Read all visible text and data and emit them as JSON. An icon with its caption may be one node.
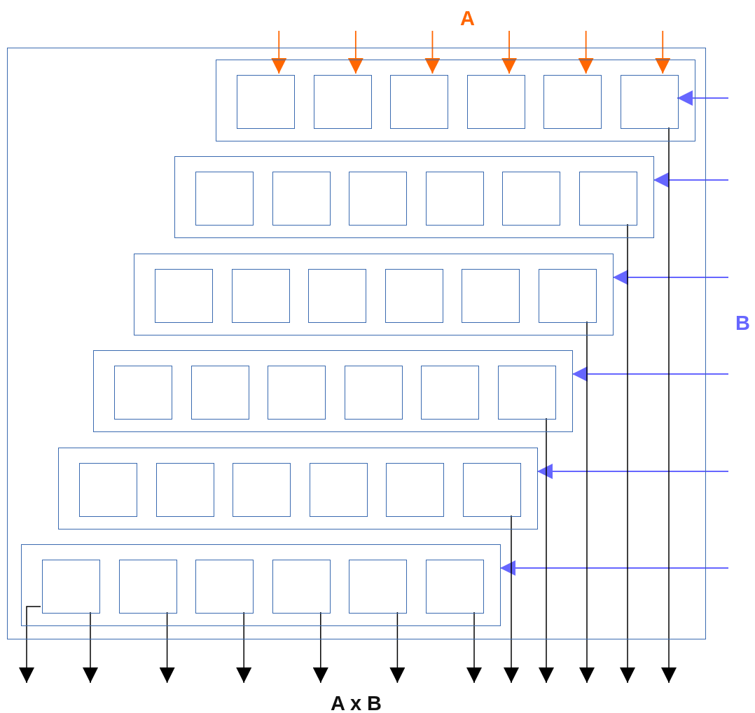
{
  "diagram": {
    "nodes": [
      {
        "text": [],
        "shape": "box"
      },
      {
        "text": [],
        "shape": "box",
        "in": 0
      },
      {
        "text": [],
        "shape": "box",
        "in": 1
      },
      {
        "text": [],
        "shape": "box",
        "in": 1
      },
      {
        "text": [],
        "shape": "box",
        "in": 1
      },
      {
        "text": [],
        "shape": "box",
        "in": 1
      },
      {
        "text": [],
        "shape": "box",
        "in": 1
      },
      {
        "text": [],
        "shape": "box",
        "in": 1
      },
      {
        "text": [],
        "shape": "box",
        "in": 0
      },
      {
        "text": [],
        "shape": "box",
        "in": 8
      },
      {
        "text": [],
        "shape": "box",
        "in": 8
      },
      {
        "text": [],
        "shape": "box",
        "in": 8
      },
      {
        "text": [],
        "shape": "box",
        "in": 8
      },
      {
        "text": [],
        "shape": "box",
        "in": 8
      },
      {
        "text": [],
        "shape": "box",
        "in": 8
      },
      {
        "text": [],
        "shape": "box",
        "in": 0
      },
      {
        "text": [],
        "shape": "box",
        "in": 15
      },
      {
        "text": [],
        "shape": "box",
        "in": 15
      },
      {
        "text": [],
        "shape": "box",
        "in": 15
      },
      {
        "text": [],
        "shape": "box",
        "in": 15
      },
      {
        "text": [],
        "shape": "box",
        "in": 15
      },
      {
        "text": [],
        "shape": "box",
        "in": 15
      },
      {
        "text": [],
        "shape": "box",
        "in": 0
      },
      {
        "text": [],
        "shape": "box",
        "in": 22
      },
      {
        "text": [],
        "shape": "box",
        "in": 22
      },
      {
        "text": [],
        "shape": "box",
        "in": 22
      },
      {
        "text": [],
        "shape": "box",
        "in": 22
      },
      {
        "text": [],
        "shape": "box",
        "in": 22
      },
      {
        "text": [],
        "shape": "box",
        "in": 22
      },
      {
        "text": [],
        "shape": "box",
        "in": 0
      },
      {
        "text": [],
        "shape": "box",
        "in": 29
      },
      {
        "text": [],
        "shape": "box",
        "in": 29
      },
      {
        "text": [],
        "shape": "box",
        "in": 29
      },
      {
        "text": [],
        "shape": "box",
        "in": 29
      },
      {
        "text": [],
        "shape": "box",
        "in": 29
      },
      {
        "text": [],
        "shape": "box",
        "in": 29
      },
      {
        "text": [],
        "shape": "box",
        "in": 0
      },
      {
        "text": [],
        "shape": "box",
        "in": 36
      },
      {
        "text": [],
        "shape": "box",
        "in": 36
      },
      {
        "text": [],
        "shape": "box",
        "in": 36
      },
      {
        "text": [],
        "shape": "box",
        "in": 36
      },
      {
        "text": [],
        "shape": "box",
        "in": 36
      },
      {
        "text": [],
        "shape": "box",
        "in": 36
      }
    ],
    "edges": [
      {
        "from": null,
        "to": 2,
        "arrow": "to",
        "color": "#ff6600"
      },
      {
        "from": null,
        "to": 3,
        "arrow": "to",
        "color": "#ff6600"
      },
      {
        "from": null,
        "to": 4,
        "arrow": "to",
        "color": "#ff6600"
      },
      {
        "from": null,
        "to": 5,
        "arrow": "to",
        "color": "#ff6600"
      },
      {
        "from": null,
        "to": 6,
        "arrow": "to",
        "color": "#ff6600"
      },
      {
        "from": null,
        "to": 7,
        "arrow": "to",
        "color": "#ff6600"
      },
      {
        "from": null,
        "to": 7,
        "arrow": "to",
        "color": "#6666ff"
      },
      {
        "from": null,
        "to": 8,
        "arrow": "to",
        "color": "#6666ff"
      },
      {
        "from": null,
        "to": 15,
        "arrow": "to",
        "color": "#6666ff"
      },
      {
        "from": null,
        "to": 22,
        "arrow": "to",
        "color": "#6666ff"
      },
      {
        "from": null,
        "to": 29,
        "arrow": "to",
        "color": "#6666ff"
      },
      {
        "from": null,
        "to": 36,
        "arrow": "to",
        "color": "#6666ff"
      },
      {
        "from": 37,
        "to": null,
        "arrow": "to"
      },
      {
        "from": 37,
        "to": null,
        "arrow": "to"
      },
      {
        "from": 38,
        "to": null,
        "arrow": "to"
      },
      {
        "from": 39,
        "to": null,
        "arrow": "to"
      },
      {
        "from": 40,
        "to": null,
        "arrow": "to"
      },
      {
        "from": 41,
        "to": null,
        "arrow": "to"
      },
      {
        "from": 42,
        "to": null,
        "arrow": "to"
      },
      {
        "from": 35,
        "to": null,
        "arrow": "to"
      },
      {
        "from": 28,
        "to": null,
        "arrow": "to"
      },
      {
        "from": 21,
        "to": null,
        "arrow": "to"
      },
      {
        "from": 14,
        "to": null,
        "arrow": "to"
      },
      {
        "from": 7,
        "to": null,
        "arrow": "to"
      }
    ],
    "labels": [
      "A",
      "B",
      "A x B"
    ]
  }
}
